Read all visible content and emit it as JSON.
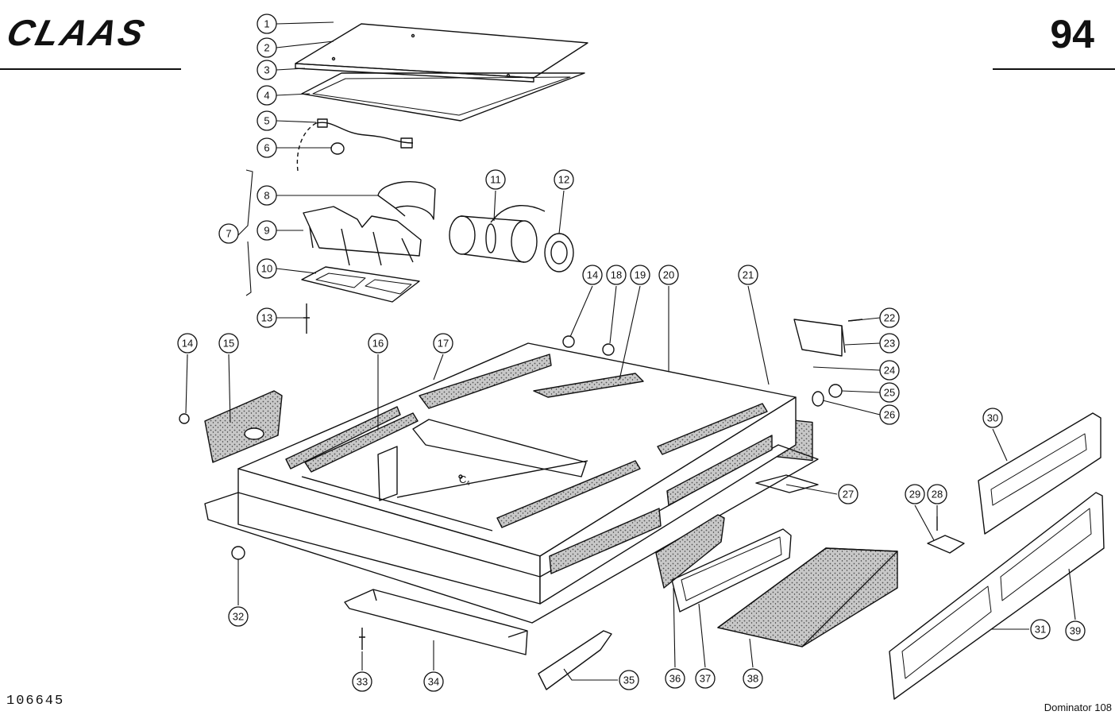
{
  "header": {
    "brand": "CLAAS",
    "page_number": "94"
  },
  "footer": {
    "drawing_number": "106645",
    "model": "Dominator 108"
  },
  "annotations": {
    "mark_c": "C",
    "mark_c_sub": "4"
  },
  "callouts": {
    "c1": "1",
    "c2": "2",
    "c3": "3",
    "c4": "4",
    "c5": "5",
    "c6": "6",
    "c7": "7",
    "c8": "8",
    "c9": "9",
    "c10": "10",
    "c11": "11",
    "c12": "12",
    "c13": "13",
    "c14a": "14",
    "c14b": "14",
    "c15": "15",
    "c16": "16",
    "c17": "17",
    "c18": "18",
    "c19": "19",
    "c20": "20",
    "c21": "21",
    "c22": "22",
    "c23": "23",
    "c24": "24",
    "c25": "25",
    "c26": "26",
    "c27": "27",
    "c28": "28",
    "c29": "29",
    "c30": "30",
    "c31": "31",
    "c32": "32",
    "c33": "33",
    "c34": "34",
    "c35": "35",
    "c36": "36",
    "c37": "37",
    "c38": "38",
    "c39": "39"
  },
  "colors": {
    "ink": "#111111",
    "paper": "#ffffff",
    "filter": "#bbbbbb"
  }
}
